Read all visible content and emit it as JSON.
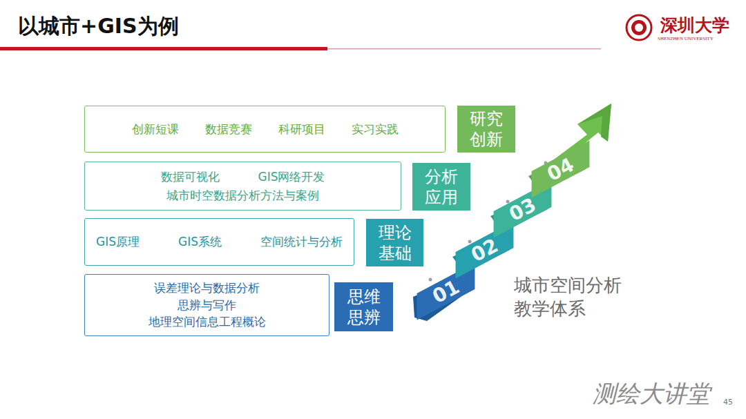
{
  "diagram": {
    "title": "以城市+GIS为例",
    "nodes": [
      {
        "text": [
          "创新短课",
          "数据竞赛",
          "科研项目",
          "实习实践"
        ]
      },
      {
        "text": [
          "研究 创新"
        ]
      },
      {
        "text": [
          "数据可视化",
          "GIS网络开发",
          "城市时空数据分析方法与案例"
        ]
      },
      {
        "text": [
          "分析 应用"
        ]
      },
      {
        "text": [
          "GIS原理",
          "GIS系统",
          "空间统计与分析"
        ]
      },
      {
        "text": [
          "理论 基础"
        ]
      },
      {
        "text": [
          "误差理论与数据分析",
          "思辨与写作",
          "地理空间信息工程概论"
        ]
      },
      {
        "text": [
          "思维 思辨"
        ]
      },
      {
        "text": [
          "01"
        ]
      },
      {
        "text": [
          "02"
        ]
      },
      {
        "text": [
          "03"
        ]
      },
      {
        "text": [
          "04"
        ]
      }
    ],
    "labels": [
      "深圳大学",
      "SHENZHEN UNIVERSITY",
      "城市空间分析 教学体系",
      "45",
      "测绘大讲堂"
    ]
  }
}
